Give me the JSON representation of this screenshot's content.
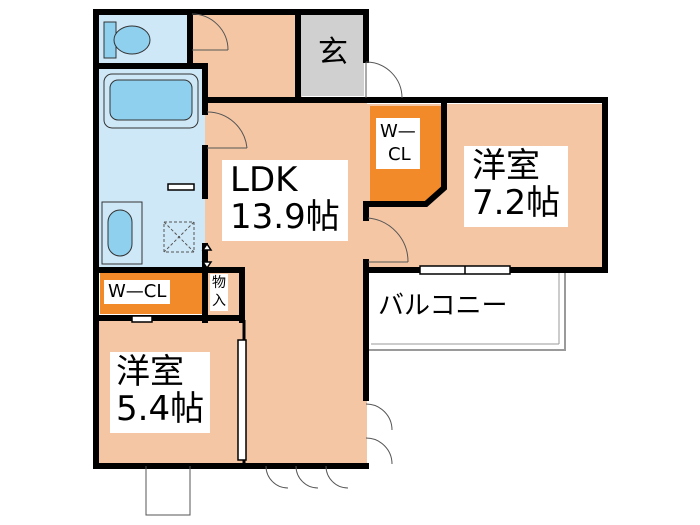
{
  "colors": {
    "wood": "#f4c6a4",
    "wet": "#cfe8f8",
    "fixture": "#8fd0ee",
    "closet": "#f28a2a",
    "genkan": "#d0d0d0",
    "wall": "#000000",
    "balcony": "#ffffff"
  },
  "rooms": {
    "genkan": {
      "name": "玄"
    },
    "ldk": {
      "name": "LDK",
      "size": "13.9帖"
    },
    "western_large": {
      "name": "洋室",
      "size": "7.2帖"
    },
    "western_small": {
      "name": "洋室",
      "size": "5.4帖"
    },
    "closet_large": {
      "line1": "W—",
      "line2": "CL"
    },
    "closet_small": {
      "name": "W—CL"
    },
    "storage": {
      "line1": "物",
      "line2": "入"
    },
    "balcony": {
      "name": "バルコニー"
    }
  },
  "icons": {
    "toilet": "toilet-icon",
    "bathtub": "bathtub-icon",
    "washbasin": "washbasin-icon",
    "washer_drain": "washer-drain-icon"
  }
}
